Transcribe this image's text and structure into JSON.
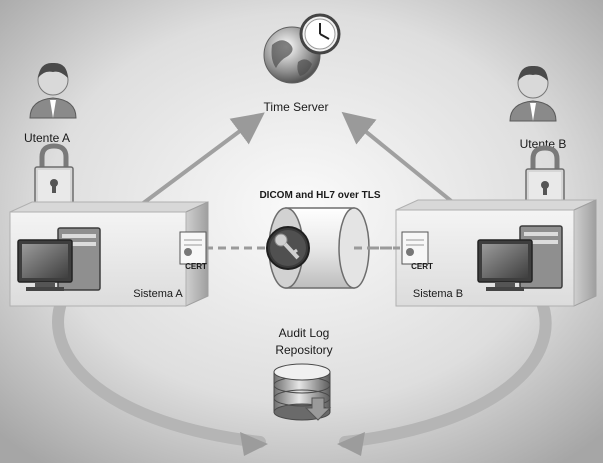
{
  "labels": {
    "time_server": "Time Server",
    "user_a": "Utente A",
    "user_b": "Utente B",
    "channel": "DICOM and HL7 over TLS",
    "system_a": "Sistema A",
    "system_b": "Sistema B",
    "cert": "CERT",
    "audit_line1": "Audit Log",
    "audit_line2": "Repository"
  },
  "colors": {
    "background_light": "#f7f7f7",
    "background_dark": "#a9a9a9",
    "box_face": "#eeeeee",
    "box_side": "#bdbdbd",
    "arrow": "#9a9a9a"
  },
  "icons": [
    "globe-clock-icon",
    "user-icon",
    "padlock-icon",
    "computer-icon",
    "certificate-icon",
    "key-icon",
    "database-icon"
  ]
}
